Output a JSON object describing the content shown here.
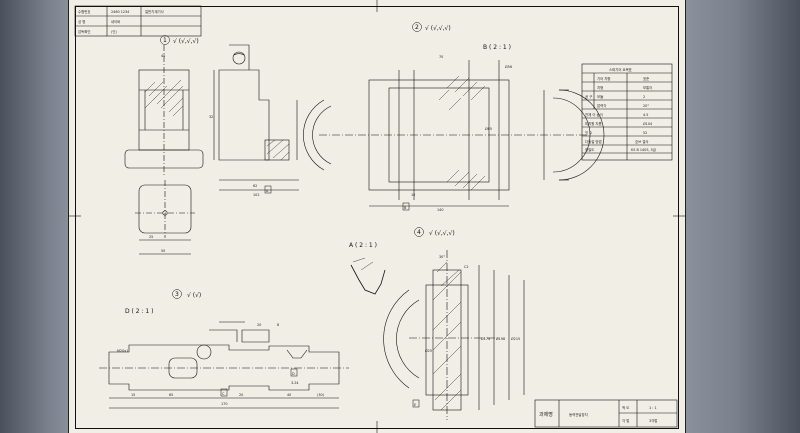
{
  "header_block": {
    "rows": [
      {
        "label": "수험번호",
        "value": "2460 1234",
        "title": "일반기계기사"
      },
      {
        "label": "성 명",
        "value": "네이버"
      },
      {
        "label": "감독확인",
        "value": "(인)"
      }
    ]
  },
  "views": {
    "v1": {
      "number": "1",
      "symbols": "√ (√,√,√)"
    },
    "v2": {
      "number": "2",
      "symbols": "√ (√,√,√)",
      "detail": "B ( 2 : 1 )"
    },
    "v3": {
      "number": "3",
      "symbols": "√ (√)",
      "detail": "D ( 2 : 1 )"
    },
    "v4": {
      "number": "4",
      "symbols": "√ (√,√,√)",
      "detail": "A ( 2 : 1 )"
    }
  },
  "dims": {
    "d40": "40",
    "d32": "32",
    "d62": "62",
    "d102": "102",
    "d25": "25",
    "d50": "50",
    "d170": "170",
    "d15": "15",
    "d65": "65",
    "d20": "20",
    "d40b": "40",
    "d300": "(30)",
    "d324": "3.24",
    "d8": "8",
    "d20b": "20",
    "d70": "70",
    "d140": "140",
    "d10": "10",
    "m20": "M20x1",
    "phi174": "Ø174",
    "phi198": "Ø198",
    "phi215": "Ø215",
    "phi85": "Ø85",
    "phi56": "Ø56",
    "phi25": "Ø25",
    "c2": "C2",
    "a30": "30°"
  },
  "gear_table": {
    "title": "스퍼기어 요목표",
    "rows": [
      {
        "a": "기어 치형",
        "b": "표준"
      },
      {
        "a": "치형",
        "b": "보통이"
      },
      {
        "a": "모듈",
        "b": "2"
      },
      {
        "a": "압력각",
        "b": "20°"
      },
      {
        "a": "전체 이 높이",
        "b": "4.5"
      },
      {
        "a": "피치원 지름",
        "b": "Ø104"
      },
      {
        "a": "잇 수",
        "b": "52"
      },
      {
        "a": "다듬질 방법",
        "b": "호브 절삭"
      },
      {
        "a": "정밀도",
        "b": "KS B 1405, 5급"
      }
    ],
    "group_label": "공 구"
  },
  "title_block": {
    "name_label": "과제명",
    "name_value": "동력전달장치",
    "scale_label": "척 도",
    "scale_value": "1 : 1",
    "method_label": "각 법",
    "method_value": "3각법"
  },
  "datums": {
    "a": "A",
    "b": "B",
    "c": "C",
    "d": "D",
    "e": "E"
  }
}
